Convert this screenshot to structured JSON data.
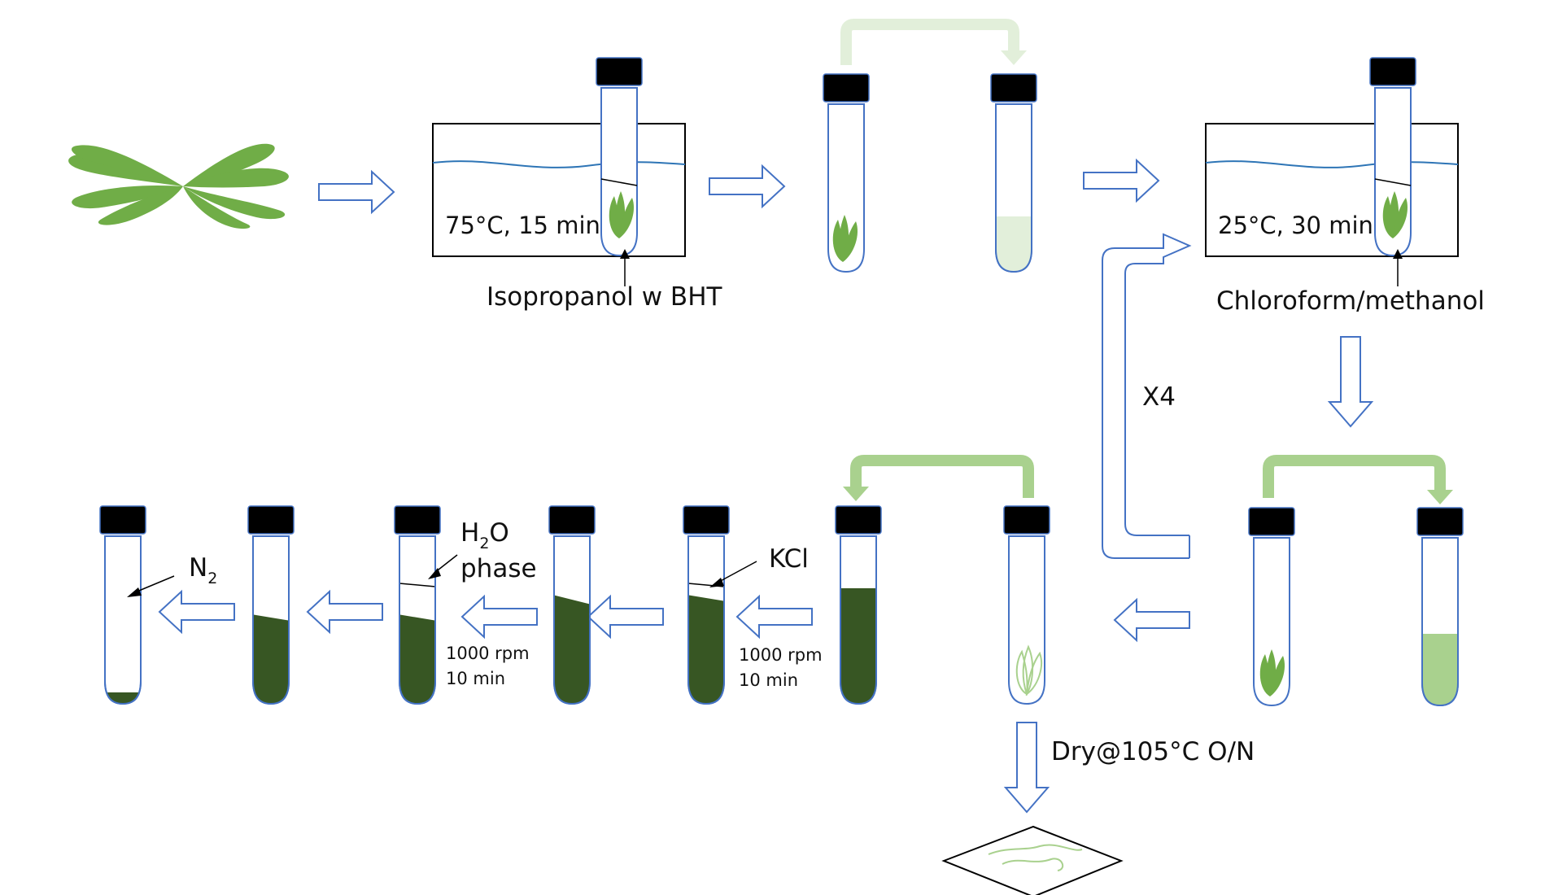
{
  "labels": {
    "bath1_condition": "75°C, 15 min",
    "bath1_solvent": "Isopropanol w BHT",
    "bath2_condition": "25°C, 30 min",
    "bath2_solvent": "Chloroform/methanol",
    "repeat": "X4",
    "dry": "Dry@105°C O/N",
    "kcl": "KCl",
    "spin1_speed": "1000 rpm",
    "spin1_time": "10 min",
    "spin2_speed": "1000 rpm",
    "spin2_time": "10 min",
    "h2o_main": "H",
    "h2o_sub": "2",
    "h2o_tail": "O",
    "phase": "phase",
    "n2_main": "N",
    "n2_sub": "2"
  },
  "colors": {
    "leaf": "#70ad47",
    "leaf_light": "#a9d18e",
    "leaf_pale": "#e2efda",
    "extract_dark": "#375623",
    "outline": "#4472c4",
    "cap": "#000000",
    "transfer_arrow": "#a9d18e",
    "transfer_arrow_pale": "#e2efda"
  }
}
